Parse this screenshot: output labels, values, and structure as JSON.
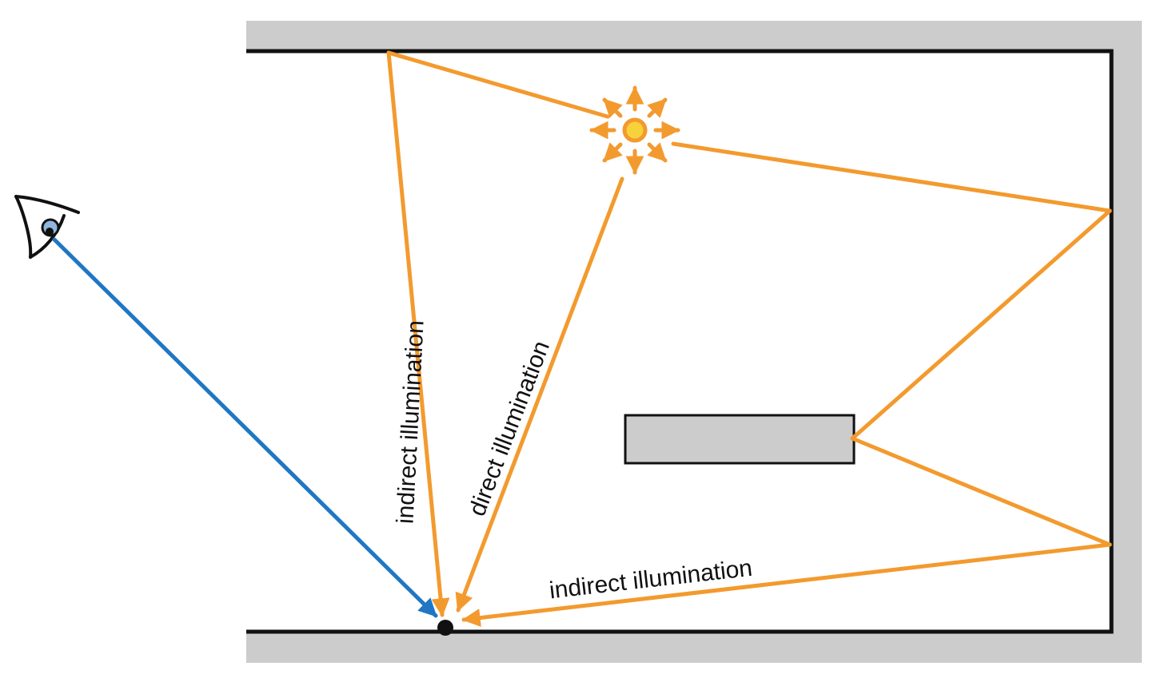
{
  "labels": {
    "indirect_left": "indirect illumination",
    "direct": "direct illumination",
    "indirect_bottom": "indirect illumination"
  },
  "colors": {
    "light_path": "#F39A2E",
    "view_ray": "#1F77C4",
    "wall_fill": "#CCCCCC",
    "wall_edge": "#111111",
    "background": "#FFFFFF",
    "light_core": "#F7D23A"
  },
  "icons": {
    "viewer": "eye-icon",
    "light": "light-source-sun-icon",
    "shading_point": "surface-point-dot"
  }
}
